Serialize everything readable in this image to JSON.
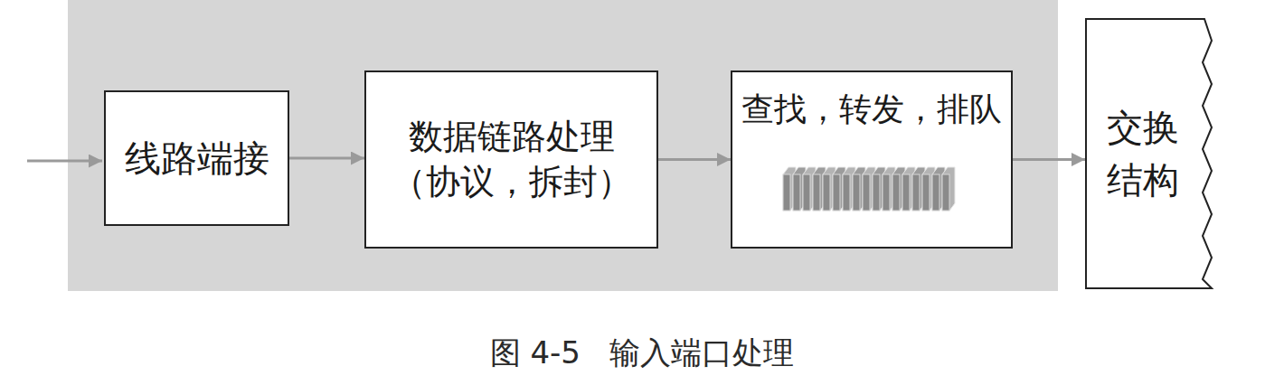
{
  "diagram": {
    "caption": "图 4-5   输入端口处理",
    "nodes": [
      {
        "text": [
          "线路端接"
        ]
      },
      {
        "text": [
          "数据链路处理",
          "（协议，拆封）"
        ]
      },
      {
        "text": [
          "查找，转发，排队"
        ]
      },
      {
        "text": [
          "交换 结构"
        ]
      }
    ],
    "edges": [
      {
        "from": 0,
        "to": 1,
        "arrow": "to"
      },
      {
        "from": 1,
        "to": 2,
        "arrow": "to"
      },
      {
        "from": 2,
        "to": 3,
        "arrow": "to"
      }
    ]
  }
}
